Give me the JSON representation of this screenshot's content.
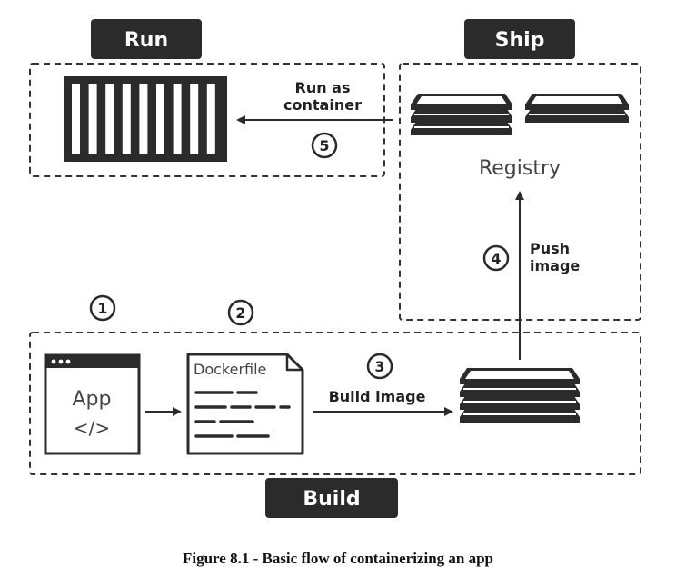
{
  "sections": {
    "run": "Run",
    "ship": "Ship",
    "build": "Build"
  },
  "steps": {
    "s1": "1",
    "s2": "2",
    "s3": "3",
    "s4": "4",
    "s5": "5"
  },
  "labels": {
    "run_as_line1": "Run as",
    "run_as_line2": "container",
    "registry": "Registry",
    "push_line1": "Push",
    "push_line2": "image",
    "build_image": "Build image",
    "app": "App",
    "code_tag": "</>",
    "dockerfile": "Dockerfile"
  },
  "caption": "Figure 8.1 - Basic flow of containerizing an app",
  "colors": {
    "dark": "#2b2b2b",
    "white": "#ffffff",
    "dash": "#333333",
    "text_gray": "#444444"
  },
  "icons": [
    "container-icon",
    "image-stack-icon",
    "app-window-icon",
    "dockerfile-icon",
    "arrow-icon"
  ]
}
